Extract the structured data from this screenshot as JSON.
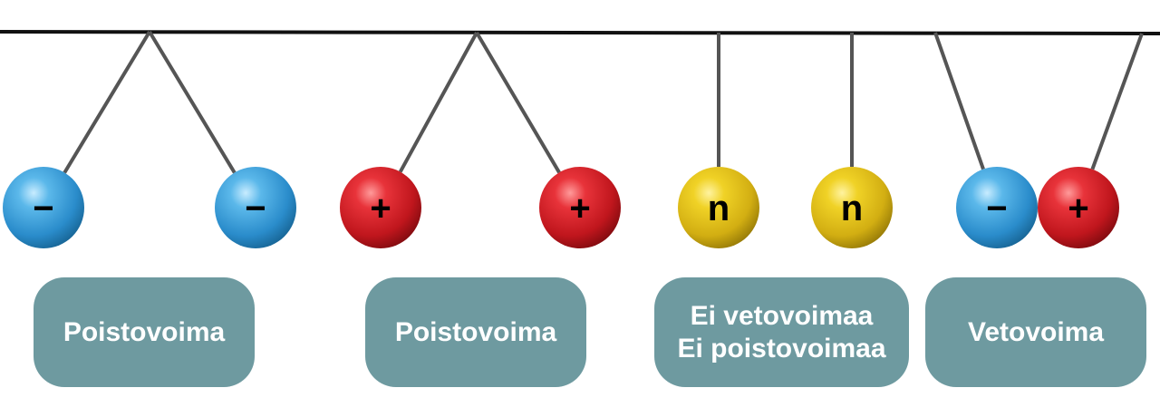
{
  "colors": {
    "negative": "#3a9fd6",
    "positive": "#d42026",
    "neutral": "#e3c21a",
    "label_box": "#6e9aa0",
    "label_text": "#ffffff",
    "string": "#555555",
    "rod": "#111111"
  },
  "groups": [
    {
      "id": "repulsion-negative",
      "balls": [
        {
          "charge": "negative",
          "symbol": "−"
        },
        {
          "charge": "negative",
          "symbol": "−"
        }
      ],
      "label_lines": [
        "Poistovoima"
      ]
    },
    {
      "id": "repulsion-positive",
      "balls": [
        {
          "charge": "positive",
          "symbol": "+"
        },
        {
          "charge": "positive",
          "symbol": "+"
        }
      ],
      "label_lines": [
        "Poistovoima"
      ]
    },
    {
      "id": "neutral",
      "balls": [
        {
          "charge": "neutral",
          "symbol": "n"
        },
        {
          "charge": "neutral",
          "symbol": "n"
        }
      ],
      "label_lines": [
        "Ei vetovoimaa",
        "Ei poistovoimaa"
      ]
    },
    {
      "id": "attraction",
      "balls": [
        {
          "charge": "negative",
          "symbol": "−"
        },
        {
          "charge": "positive",
          "symbol": "+"
        }
      ],
      "label_lines": [
        "Vetovoima"
      ]
    }
  ]
}
